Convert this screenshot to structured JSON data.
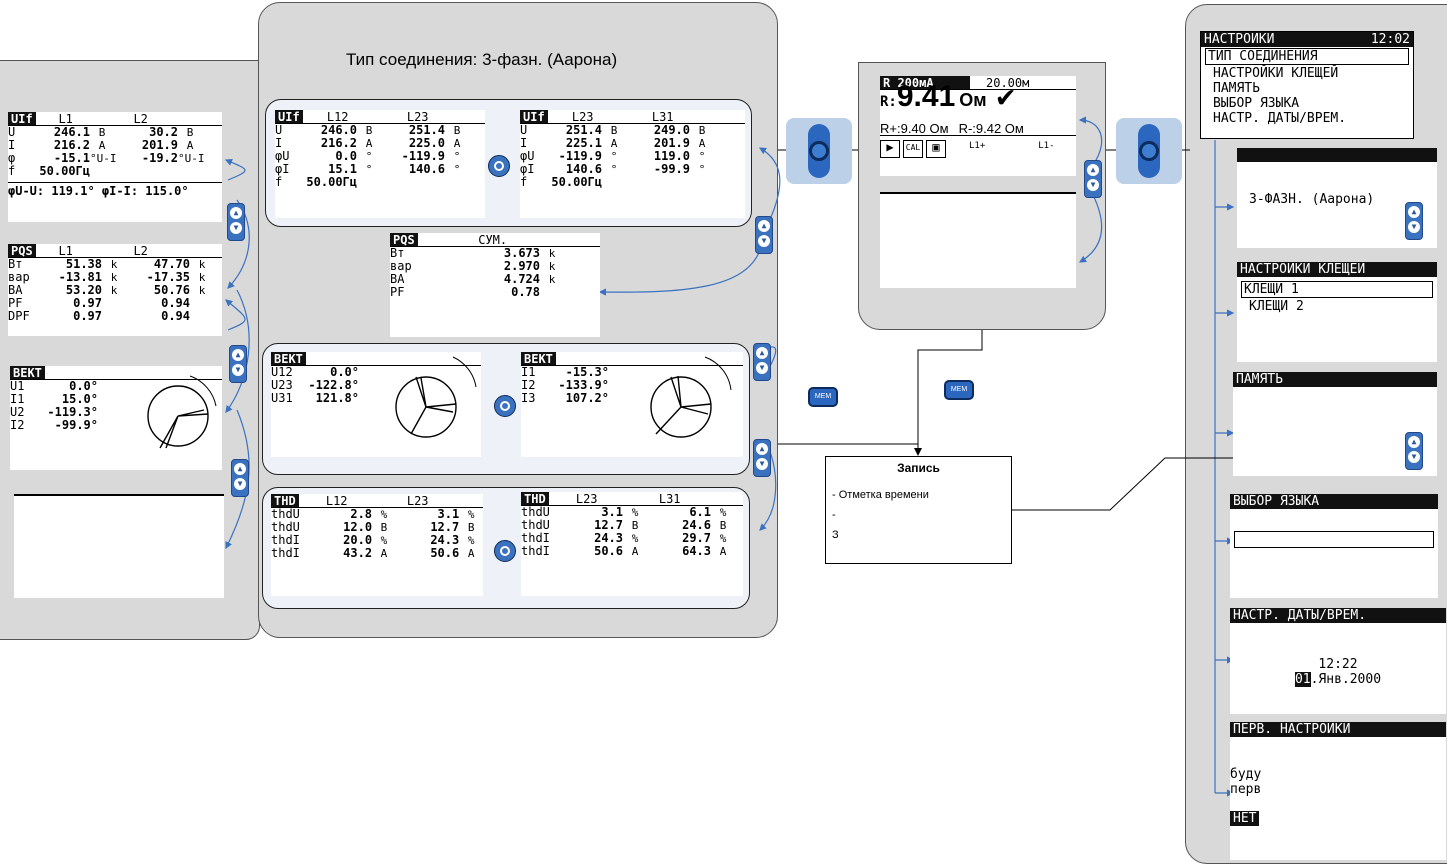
{
  "main_title": "Тип соединения: 3-фазн. (Аарона)",
  "left_screens": {
    "uif": {
      "tag": "UIf",
      "h1": "L1",
      "h2": "L2",
      "rows": [
        [
          "U",
          "246.1",
          "В",
          "30.2",
          "В"
        ],
        [
          "I",
          "216.2",
          "А",
          "201.9",
          "А"
        ],
        [
          "φ",
          "-15.1",
          "°U-I",
          "-19.2",
          "°U-I"
        ],
        [
          "f",
          "50.00Гц",
          "",
          "",
          ""
        ]
      ],
      "foot": "φU-U: 119.1° φI-I: 115.0°"
    },
    "pqs": {
      "tag": "PQS",
      "h1": "L1",
      "h2": "L2",
      "rows": [
        [
          "Вт",
          "51.38",
          "k",
          "47.70",
          "k"
        ],
        [
          "вар",
          "-13.81",
          "k",
          "-17.35",
          "k"
        ],
        [
          "ВА",
          "53.20",
          "k",
          "50.76",
          "k"
        ],
        [
          "PF",
          "0.97",
          "",
          "0.94",
          ""
        ],
        [
          "DPF",
          "0.97",
          "",
          "0.94",
          ""
        ]
      ]
    },
    "vect": {
      "tag": "ВЕКТ",
      "rows": [
        [
          "U1",
          "0.0°"
        ],
        [
          "I1",
          "15.0°"
        ],
        [
          "U2",
          "-119.3°"
        ],
        [
          "I2",
          "-99.9°"
        ]
      ]
    }
  },
  "mid_screens": {
    "uif1": {
      "tag": "UIf",
      "h1": "L12",
      "h2": "L23",
      "rows": [
        [
          "U",
          "246.0",
          "В",
          "251.4",
          "В"
        ],
        [
          "I",
          "216.2",
          "А",
          "225.0",
          "А"
        ],
        [
          "φU",
          "0.0",
          "°",
          "-119.9",
          "°"
        ],
        [
          "φI",
          "15.1",
          "°",
          "140.6",
          "°"
        ],
        [
          "f",
          "50.00Гц",
          "",
          "",
          ""
        ]
      ]
    },
    "uif2": {
      "tag": "UIf",
      "h1": "L23",
      "h2": "L31",
      "rows": [
        [
          "U",
          "251.4",
          "В",
          "249.0",
          "В"
        ],
        [
          "I",
          "225.1",
          "А",
          "201.9",
          "А"
        ],
        [
          "φU",
          "-119.9",
          "°",
          "119.0",
          "°"
        ],
        [
          "φI",
          "140.6",
          "°",
          "-99.9",
          "°"
        ],
        [
          "f",
          "50.00Гц",
          "",
          "",
          ""
        ]
      ]
    },
    "pqs": {
      "tag": "PQS",
      "h": "СУМ.",
      "rows": [
        [
          "Вт",
          "3.673",
          "k"
        ],
        [
          "вар",
          "2.970",
          "k"
        ],
        [
          "ВА",
          "4.724",
          "k"
        ],
        [
          "PF",
          "0.78",
          ""
        ]
      ]
    },
    "vect1": {
      "tag": "ВЕКТ",
      "rows": [
        [
          "U12",
          "0.0°"
        ],
        [
          "U23",
          "-122.8°"
        ],
        [
          "U31",
          "121.8°"
        ]
      ]
    },
    "vect2": {
      "tag": "ВЕКТ",
      "rows": [
        [
          "I1",
          "-15.3°"
        ],
        [
          "I2",
          "-133.9°"
        ],
        [
          "I3",
          "107.2°"
        ]
      ]
    },
    "thd1": {
      "tag": "THD",
      "h1": "L12",
      "h2": "L23",
      "rows": [
        [
          "thdU",
          "2.8",
          "%",
          "3.1",
          "%"
        ],
        [
          "thdU",
          "12.0",
          "В",
          "12.7",
          "В"
        ],
        [
          "thdI",
          "20.0",
          "%",
          "24.3",
          "%"
        ],
        [
          "thdI",
          "43.2",
          "А",
          "50.6",
          "А"
        ]
      ]
    },
    "thd2": {
      "tag": "THD",
      "h1": "L23",
      "h2": "L31",
      "rows": [
        [
          "thdU",
          "3.1",
          "%",
          "6.1",
          "%"
        ],
        [
          "thdU",
          "12.7",
          "В",
          "24.6",
          "В"
        ],
        [
          "thdI",
          "24.3",
          "%",
          "29.7",
          "%"
        ],
        [
          "thdI",
          "50.6",
          "А",
          "64.3",
          "А"
        ]
      ]
    }
  },
  "resistance": {
    "range": "R 200мА",
    "value_top": "20.00м",
    "main_label": "R:",
    "main_value": "9.41",
    "unit": "Ом",
    "r_plus": "R+:9.40 Ом",
    "r_minus": "R-:9.42 Ом",
    "l1": "L1+",
    "l2": "L1-"
  },
  "record_box": {
    "title": "Запись",
    "line1": "- Отметка времени",
    "line2": "-",
    "line3": "З"
  },
  "mem_label": "MEM",
  "settings": {
    "header": "НАСТРОЙКИ",
    "time": "12:02",
    "items": [
      "ТИП СОЕДИНЕНИЯ",
      "НАСТРОЙКИ КЛЕЩЕЙ",
      "ПАМЯТЬ",
      "ВЫБОР ЯЗЫКА",
      "НАСТР. ДАТЫ/ВРЕМ."
    ],
    "conn_value": "3-ФАЗН. (Аарона)",
    "clamps_header": "НАСТРОЙКИ КЛЕЩЕЙ",
    "clamps": [
      "КЛЕЩИ 1",
      "КЛЕЩИ 2"
    ],
    "memory_header": "ПАМЯТЬ",
    "lang_header": "ВЫБОР ЯЗЫКА",
    "date_header": "НАСТР. ДАТЫ/ВРЕМ.",
    "clock": "12:22",
    "day": "01",
    "date_rest": ".Янв.2000",
    "init_header": "ПЕРВ. НАСТРОЙКИ",
    "init_lines": [
      "буду",
      "перв"
    ],
    "no_btn": "НЕТ"
  }
}
